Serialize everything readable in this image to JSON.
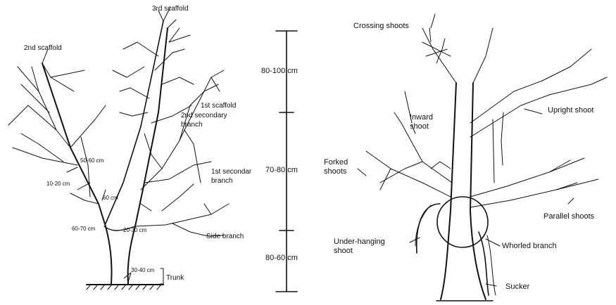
{
  "left_tree": {
    "scaffold_3": "3rd scaffold",
    "scaffold_2": "2nd scaffold",
    "scaffold_1": "1st scaffold",
    "secondary_2_line1": "2nd secondary",
    "secondary_2_line2": "branch",
    "secondary_1_line1": "1st secondar",
    "secondary_1_line2": "branch",
    "side_branch": "Side branch",
    "trunk": "Trunk",
    "dim_50_60": "50-60 cm",
    "dim_10_20": "10-20 cm",
    "dim_60": "60 cm",
    "dim_60_70": "60-70 cm",
    "dim_20_30": "20-30 cm",
    "dim_30_40": "30-40 cm"
  },
  "scale_bar": {
    "segment_top": "80-100 cm",
    "segment_middle": "70-80 cm",
    "segment_bottom": "80-60 cm"
  },
  "right_tree": {
    "crossing_shoots": "Crossing shoots",
    "upright_shoot": "Upright shoot",
    "inward_line1": "Inward",
    "inward_line2": "shoot",
    "forked_line1": "Forked",
    "forked_line2": "shoots",
    "parallel_shoots": "Parallel shoots",
    "underhanging_line1": "Under-hanging",
    "underhanging_line2": "shoot",
    "whorled_branch": "Whorled branch",
    "sucker": "Sucker"
  },
  "colors": {
    "ink": "#111111",
    "paper": "#ffffff"
  }
}
